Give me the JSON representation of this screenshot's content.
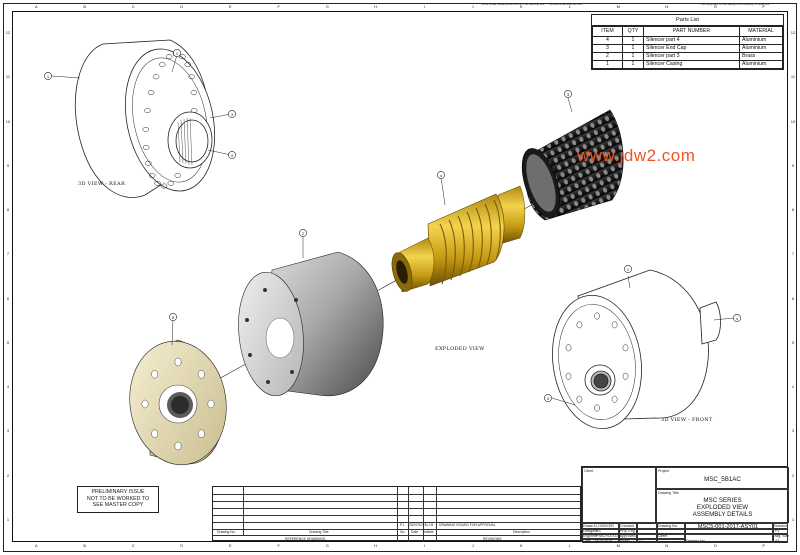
{
  "header": {
    "notes": "Dont scale drawing and confirm all working with ... Unless otherwise do not ...",
    "copyright": "The copyright of this design and drawing is reserved"
  },
  "zones": {
    "columns": [
      "A",
      "B",
      "C",
      "D",
      "E",
      "F",
      "G",
      "H",
      "I",
      "J",
      "K",
      "L",
      "M",
      "N",
      "O",
      "P"
    ],
    "rows": [
      "12",
      "11",
      "10",
      "9",
      "8",
      "7",
      "6",
      "5",
      "4",
      "3",
      "2",
      "1"
    ]
  },
  "parts_list": {
    "title": "Parts List",
    "headers": [
      "ITEM",
      "QTY",
      "PART NUMBER",
      "MATERIAL"
    ],
    "rows": [
      {
        "item": "4",
        "qty": "1",
        "part": "Silencer part 4",
        "material": "Aluminium"
      },
      {
        "item": "3",
        "qty": "1",
        "part": "Silencer End Cap",
        "material": "Aluminium"
      },
      {
        "item": "2",
        "qty": "1",
        "part": "Silencer part 3",
        "material": "Brass"
      },
      {
        "item": "1",
        "qty": "1",
        "part": "Silencer Casing",
        "material": "Aluminium"
      }
    ]
  },
  "watermark": "www.jdw2.com",
  "views": {
    "rear": "3D VIEW - REAR",
    "exploded": "EXPLODED VIEW",
    "front": "3D VIEW - FRONT"
  },
  "balloons": {
    "rear_casing": "1",
    "rear_top": "1",
    "rear_mid": "3",
    "rear_thread": "4",
    "perforated": "3",
    "brass": "4",
    "casing": "2",
    "endcap": "5",
    "front_top": "1",
    "front_left": "3",
    "front_thread": "4"
  },
  "prelim": [
    "PRELIMINARY ISSUE",
    "NOT TO BE WORKED TO",
    "SEE MASTER COPY"
  ],
  "revisions": {
    "ref_headers": {
      "drawing_no": "Drawing No.",
      "drawing_title": "Drawing Title",
      "reference": "REFERENCE DRAWINGS"
    },
    "row": {
      "rev": "P1",
      "date": "25/07/2017",
      "initials": "N.J.B",
      "description": "DRAWING ISSUED FOR APPROVAL"
    },
    "rev_headers": {
      "no": "No.",
      "date": "Date",
      "initials": "Initials",
      "description": "Description",
      "revisions": "REVISIONS"
    }
  },
  "title_block": {
    "client_label": "Client",
    "project_label": "Project",
    "project": "MSC_5B1AC",
    "drawing_title_label": "Drawing Title",
    "title_lines": [
      "MSC SERIES",
      "EXPLODED VIEW",
      "ASSEMBLY DETAILS"
    ],
    "drawn_label": "Drawn",
    "drawn": "N.J.BICKER",
    "designed_label": "Designed",
    "designed": "CC",
    "engineer_label": "Engineer",
    "engineer": "P.NICHOLSON",
    "date_label": "Date",
    "date": "25/10/2018",
    "checked_label": "Checked",
    "proj_eng_label": "Proj. Eng.",
    "approved_label": "Approved",
    "scale_label": "Scale",
    "scale": "1:1",
    "drawing_no_label": "Drawing No.",
    "drawing_no": "MSC5-001-2017-ASY01",
    "revision_label": "Revision",
    "revision": "P1",
    "client2_label": "Client",
    "client_drawing_no_label": "Drawing No.",
    "size_label": "Dwg. Size",
    "size": "A3"
  }
}
